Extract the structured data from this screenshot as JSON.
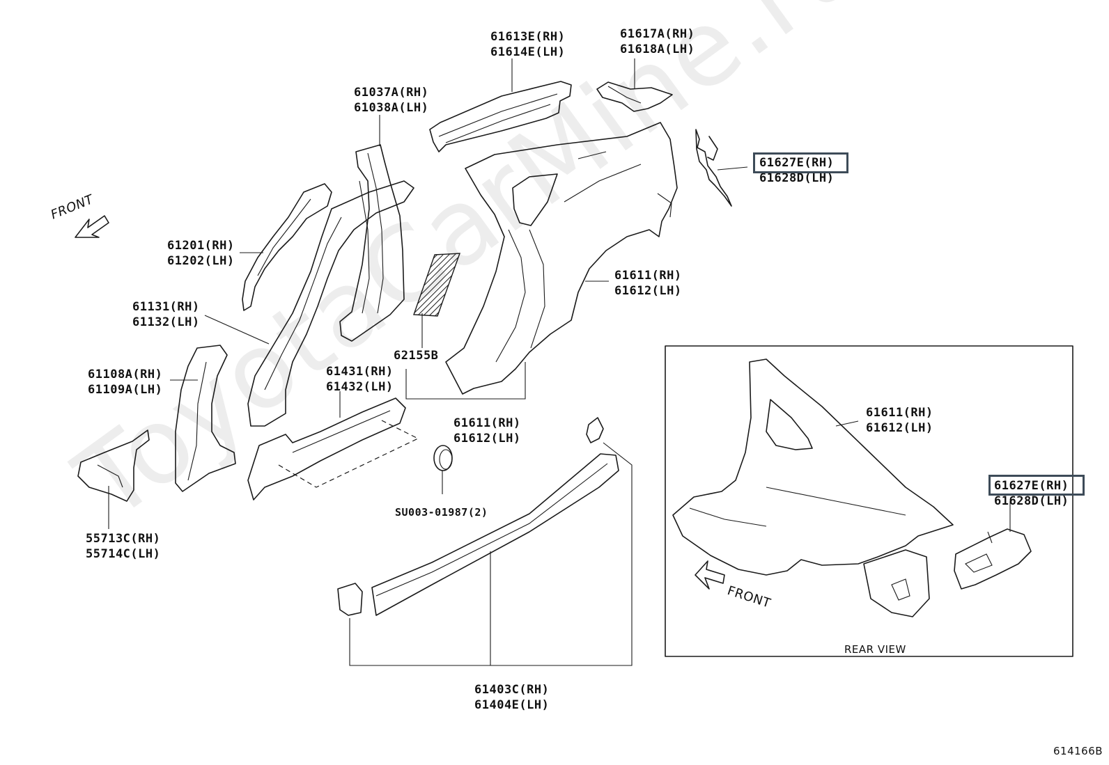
{
  "diagram_id": "614166B",
  "watermark": "ToyotaCarMine.ru",
  "front_label": "FRONT",
  "inset": {
    "caption": "REAR VIEW",
    "front_label": "FRONT"
  },
  "parts": [
    {
      "id": "p-61613e",
      "lines": [
        "61613E(RH)",
        "61614E(LH)"
      ]
    },
    {
      "id": "p-61617a",
      "lines": [
        "61617A(RH)",
        "61618A(LH)"
      ]
    },
    {
      "id": "p-61037a",
      "lines": [
        "61037A(RH)",
        "61038A(LH)"
      ]
    },
    {
      "id": "p-61627e",
      "lines": [
        "61627E(RH)",
        "61628D(LH)"
      ],
      "highlighted": true
    },
    {
      "id": "p-61201",
      "lines": [
        "61201(RH)",
        "61202(LH)"
      ]
    },
    {
      "id": "p-61611a",
      "lines": [
        "61611(RH)",
        "61612(LH)"
      ]
    },
    {
      "id": "p-61131",
      "lines": [
        "61131(RH)",
        "61132(LH)"
      ]
    },
    {
      "id": "p-62155b",
      "lines": [
        "62155B"
      ]
    },
    {
      "id": "p-61108a",
      "lines": [
        "61108A(RH)",
        "61109A(LH)"
      ]
    },
    {
      "id": "p-61431",
      "lines": [
        "61431(RH)",
        "61432(LH)"
      ]
    },
    {
      "id": "p-61611b",
      "lines": [
        "61611(RH)",
        "61612(LH)"
      ]
    },
    {
      "id": "p-su003",
      "lines": [
        "SU003-01987(2)"
      ]
    },
    {
      "id": "p-55713c",
      "lines": [
        "55713C(RH)",
        "55714C(LH)"
      ]
    },
    {
      "id": "p-61403c",
      "lines": [
        "61403C(RH)",
        "61404E(LH)"
      ]
    },
    {
      "id": "p-61611c",
      "lines": [
        "61611(RH)",
        "61612(LH)"
      ]
    },
    {
      "id": "p-61627e-inset",
      "lines": [
        "61627E(RH)",
        "61628D(LH)"
      ],
      "highlighted": true
    }
  ]
}
